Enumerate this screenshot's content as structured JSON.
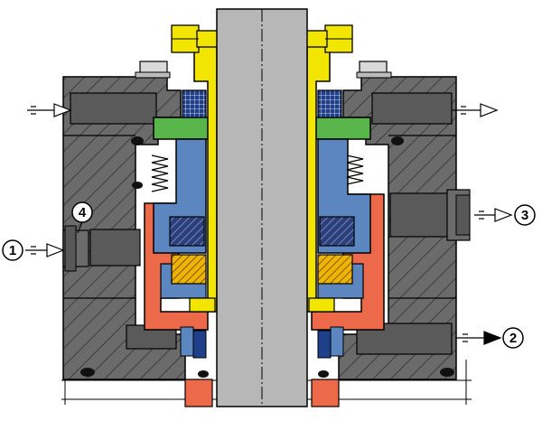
{
  "colors": {
    "housing": "#6b6b6b",
    "housing_dark": "#4c4c4c",
    "shaft": "#b7b7b7",
    "sleeve": "#f2e600",
    "orange": "#ec6a4a",
    "green": "#58b54a",
    "blue": "#5c86c0",
    "gold": "#efb400",
    "navy": "#2c3f7a",
    "outline": "#000000"
  },
  "callouts": [
    {
      "id": "1",
      "label": "1"
    },
    {
      "id": "2",
      "label": "2"
    },
    {
      "id": "3",
      "label": "3"
    },
    {
      "id": "4",
      "label": "4"
    }
  ]
}
